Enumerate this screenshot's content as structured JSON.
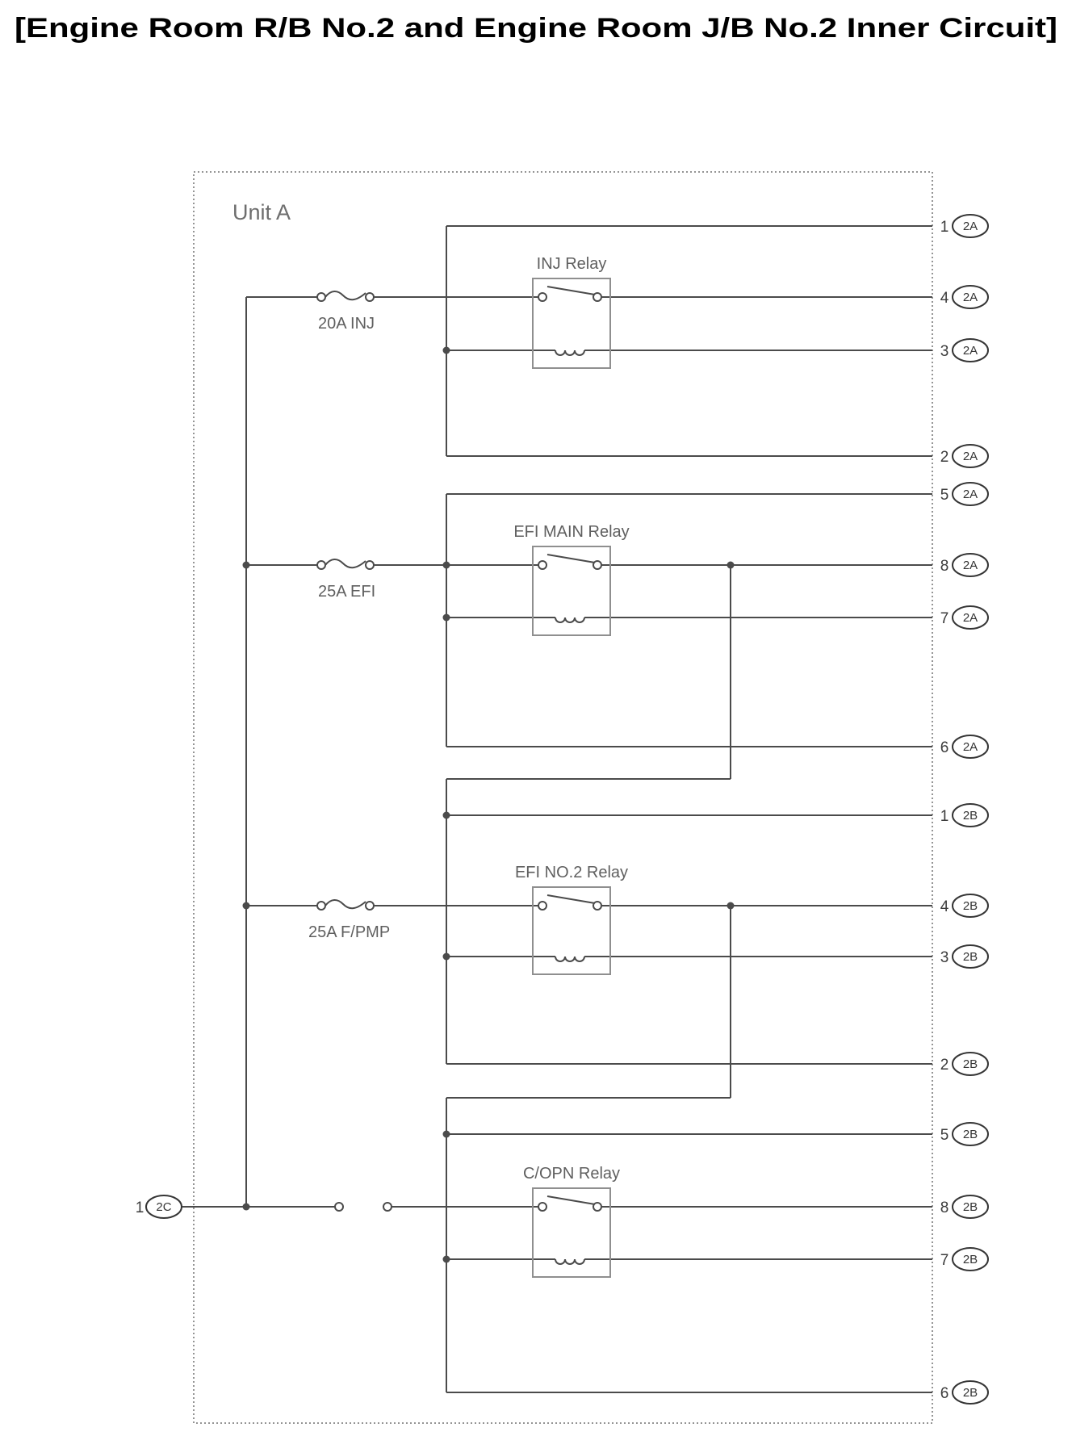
{
  "title": "[Engine Room R/B No.2 and Engine Room J/B No.2 Inner Circuit]",
  "unit": {
    "label": "Unit A"
  },
  "fuses": [
    {
      "label": "20A INJ"
    },
    {
      "label": "25A EFI"
    },
    {
      "label": "25A F/PMP"
    }
  ],
  "relays": [
    {
      "label": "INJ Relay"
    },
    {
      "label": "EFI MAIN Relay"
    },
    {
      "label": "EFI NO.2 Relay"
    },
    {
      "label": "C/OPN Relay"
    }
  ],
  "pins_right": [
    {
      "num": "1",
      "conn": "2A"
    },
    {
      "num": "4",
      "conn": "2A"
    },
    {
      "num": "3",
      "conn": "2A"
    },
    {
      "num": "2",
      "conn": "2A"
    },
    {
      "num": "5",
      "conn": "2A"
    },
    {
      "num": "8",
      "conn": "2A"
    },
    {
      "num": "7",
      "conn": "2A"
    },
    {
      "num": "6",
      "conn": "2A"
    },
    {
      "num": "1",
      "conn": "2B"
    },
    {
      "num": "4",
      "conn": "2B"
    },
    {
      "num": "3",
      "conn": "2B"
    },
    {
      "num": "2",
      "conn": "2B"
    },
    {
      "num": "5",
      "conn": "2B"
    },
    {
      "num": "8",
      "conn": "2B"
    },
    {
      "num": "7",
      "conn": "2B"
    },
    {
      "num": "6",
      "conn": "2B"
    }
  ],
  "pin_left": {
    "num": "1",
    "conn": "2C"
  },
  "colors": {
    "wire": "#4b4b4b",
    "unit_box_border": "#949494",
    "relay_box_border": "#8f8f8f",
    "label_text": "#5f5f5f",
    "title_text": "#000000"
  }
}
